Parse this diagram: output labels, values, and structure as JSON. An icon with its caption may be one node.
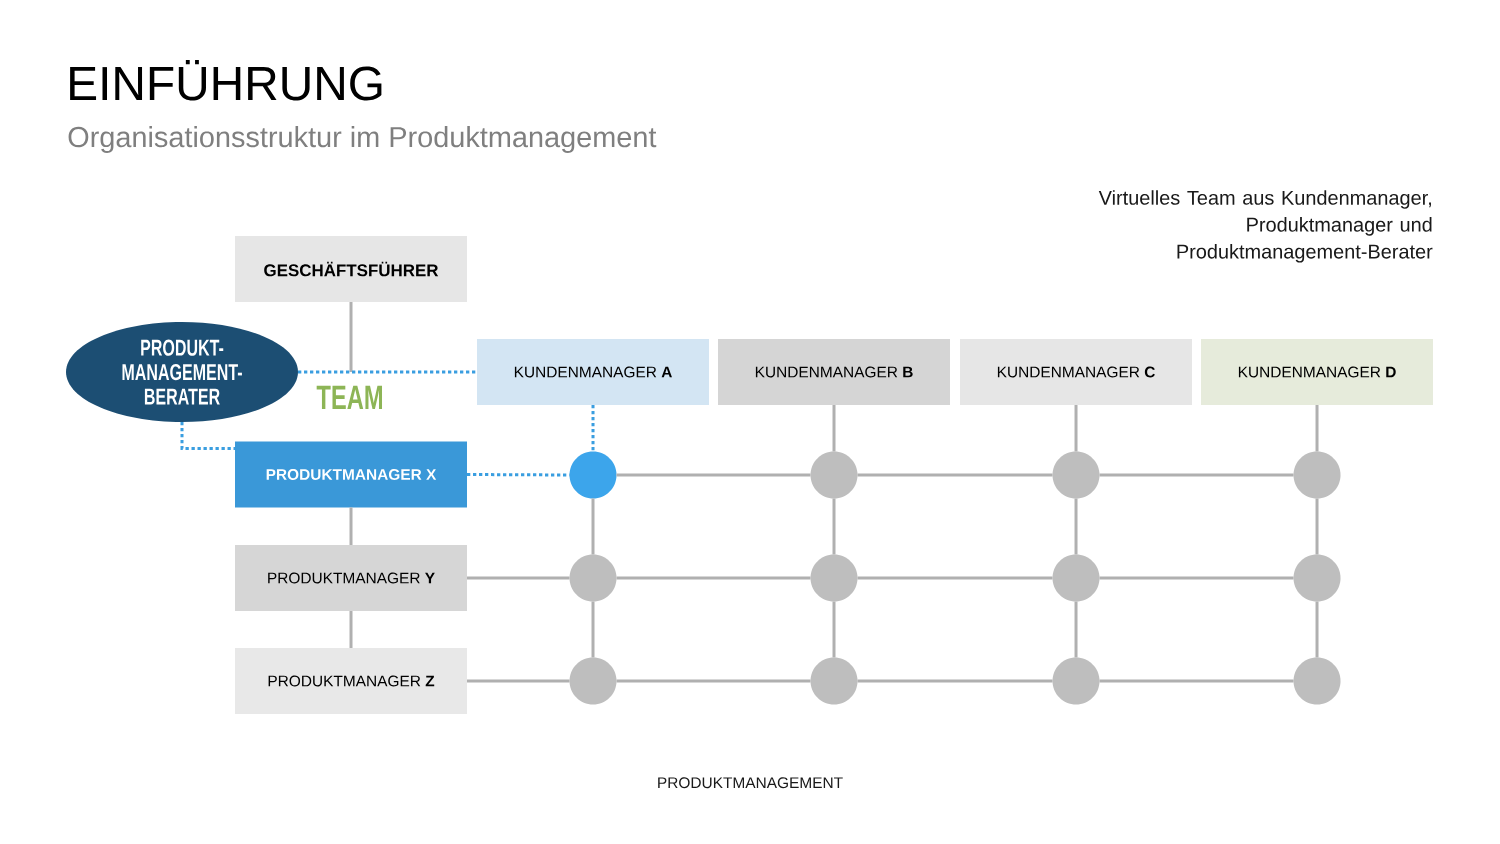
{
  "diagram": {
    "title": "EINFÜHRUNG",
    "nodes": [
      {
        "text": [
          "GESCHÄFTSFÜHRER"
        ]
      },
      {
        "text": [
          "PRODUKT- MANAGEMENT- BERATER"
        ]
      },
      {
        "text": [
          "KUNDENMANAGER **A**"
        ]
      },
      {
        "text": [
          "KUNDENMANAGER **B**"
        ]
      },
      {
        "text": [
          "KUNDENMANAGER **C**"
        ]
      },
      {
        "text": [
          "KUNDENMANAGER **D**"
        ]
      },
      {
        "text": [
          "PRODUKTMANAGER X"
        ]
      },
      {
        "text": [
          "PRODUKTMANAGER **Y**"
        ]
      },
      {
        "text": [
          "PRODUKTMANAGER **Z**"
        ]
      },
      {
        "text": [],
        "shape": "circle"
      },
      {
        "text": [],
        "shape": "circle"
      },
      {
        "text": [],
        "shape": "circle"
      },
      {
        "text": [],
        "shape": "circle"
      },
      {
        "text": [],
        "shape": "circle"
      },
      {
        "text": [],
        "shape": "circle"
      },
      {
        "text": [],
        "shape": "circle"
      },
      {
        "text": [],
        "shape": "circle"
      },
      {
        "text": [],
        "shape": "circle"
      },
      {
        "text": [],
        "shape": "circle"
      },
      {
        "text": [],
        "shape": "circle"
      },
      {
        "text": [],
        "shape": "circle"
      }
    ],
    "edges": [
      {
        "from": 0,
        "to": null,
        "arrow": "none"
      },
      {
        "from": 1,
        "to": 2,
        "arrow": "none",
        "style": "dashed",
        "color": "#3a9ee0"
      },
      {
        "from": 1,
        "to": 6,
        "arrow": "none",
        "style": "dashed",
        "color": "#3a9ee0"
      },
      {
        "from": 6,
        "to": 7,
        "arrow": "none"
      },
      {
        "from": 7,
        "to": 8,
        "arrow": "none"
      },
      {
        "from": 2,
        "to": 9,
        "arrow": "none",
        "style": "dashed",
        "color": "#3a9ee0"
      },
      {
        "from": 6,
        "to": 9,
        "arrow": "none",
        "style": "dashed",
        "color": "#3a9ee0"
      },
      {
        "from": 9,
        "to": 10,
        "arrow": "none"
      },
      {
        "from": 10,
        "to": 11,
        "arrow": "none"
      },
      {
        "from": 11,
        "to": 12,
        "arrow": "none"
      },
      {
        "from": 7,
        "to": 13,
        "arrow": "none"
      },
      {
        "from": 13,
        "to": 14,
        "arrow": "none"
      },
      {
        "from": 14,
        "to": 15,
        "arrow": "none"
      },
      {
        "from": 15,
        "to": 16,
        "arrow": "none"
      },
      {
        "from": 8,
        "to": 17,
        "arrow": "none"
      },
      {
        "from": 17,
        "to": 18,
        "arrow": "none"
      },
      {
        "from": 18,
        "to": 19,
        "arrow": "none"
      },
      {
        "from": 19,
        "to": 20,
        "arrow": "none"
      },
      {
        "from": 9,
        "to": 13,
        "arrow": "none"
      },
      {
        "from": 13,
        "to": 17,
        "arrow": "none"
      },
      {
        "from": 3,
        "to": 10,
        "arrow": "none"
      },
      {
        "from": 10,
        "to": 14,
        "arrow": "none"
      },
      {
        "from": 14,
        "to": 18,
        "arrow": "none"
      },
      {
        "from": 4,
        "to": 11,
        "arrow": "none"
      },
      {
        "from": 11,
        "to": 15,
        "arrow": "none"
      },
      {
        "from": 15,
        "to": 19,
        "arrow": "none"
      },
      {
        "from": 5,
        "to": 12,
        "arrow": "none"
      },
      {
        "from": 12,
        "to": 16,
        "arrow": "none"
      },
      {
        "from": 16,
        "to": 20,
        "arrow": "none"
      }
    ],
    "labels": [
      "Organisationsstruktur im Produktmanagement",
      "Virtuelles Team aus Kundenmanager, Produktmanager und Produktmanagement-Berater",
      "TEAM",
      "PRODUKTMANAGEMENT"
    ]
  }
}
